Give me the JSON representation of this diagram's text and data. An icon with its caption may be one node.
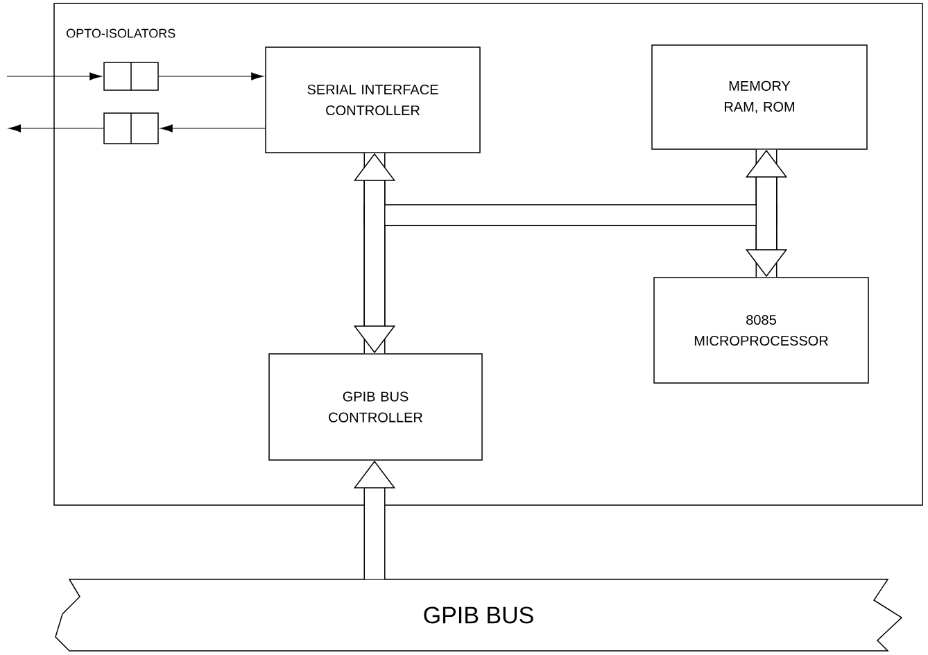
{
  "diagram": {
    "nodes": [
      {
        "text": [],
        "shape": "box"
      },
      {
        "text": [],
        "shape": "box",
        "in": 0
      },
      {
        "text": [],
        "shape": "box",
        "in": 0
      },
      {
        "text": [
          "SERIAL INTERFACE CONTROLLER"
        ],
        "in": 0
      },
      {
        "text": [
          "MEMORY RAM, ROM"
        ],
        "in": 0
      },
      {
        "text": [
          "8085 MICROPROCESSOR"
        ],
        "in": 0
      },
      {
        "text": [
          "GPIB BUS CONTROLLER"
        ],
        "in": 0
      },
      {
        "text": [
          "GPIB BUS"
        ]
      }
    ],
    "edges": [
      {
        "from": null,
        "to": 1,
        "arrow": "to"
      },
      {
        "from": 1,
        "to": 3,
        "arrow": "to"
      },
      {
        "from": 3,
        "to": 2,
        "arrow": "to"
      },
      {
        "from": 2,
        "to": null,
        "arrow": "to"
      },
      {
        "from": 3,
        "to": 4,
        "arrow": "none"
      },
      {
        "from": 6,
        "to": 5,
        "arrow": "none"
      },
      {
        "from": 3,
        "to": 6,
        "arrow": "both"
      },
      {
        "from": 4,
        "to": 5,
        "arrow": "both"
      },
      {
        "from": 7,
        "to": 6,
        "arrow": "to"
      }
    ],
    "labels": [
      "OPTO-ISOLATORS"
    ]
  }
}
